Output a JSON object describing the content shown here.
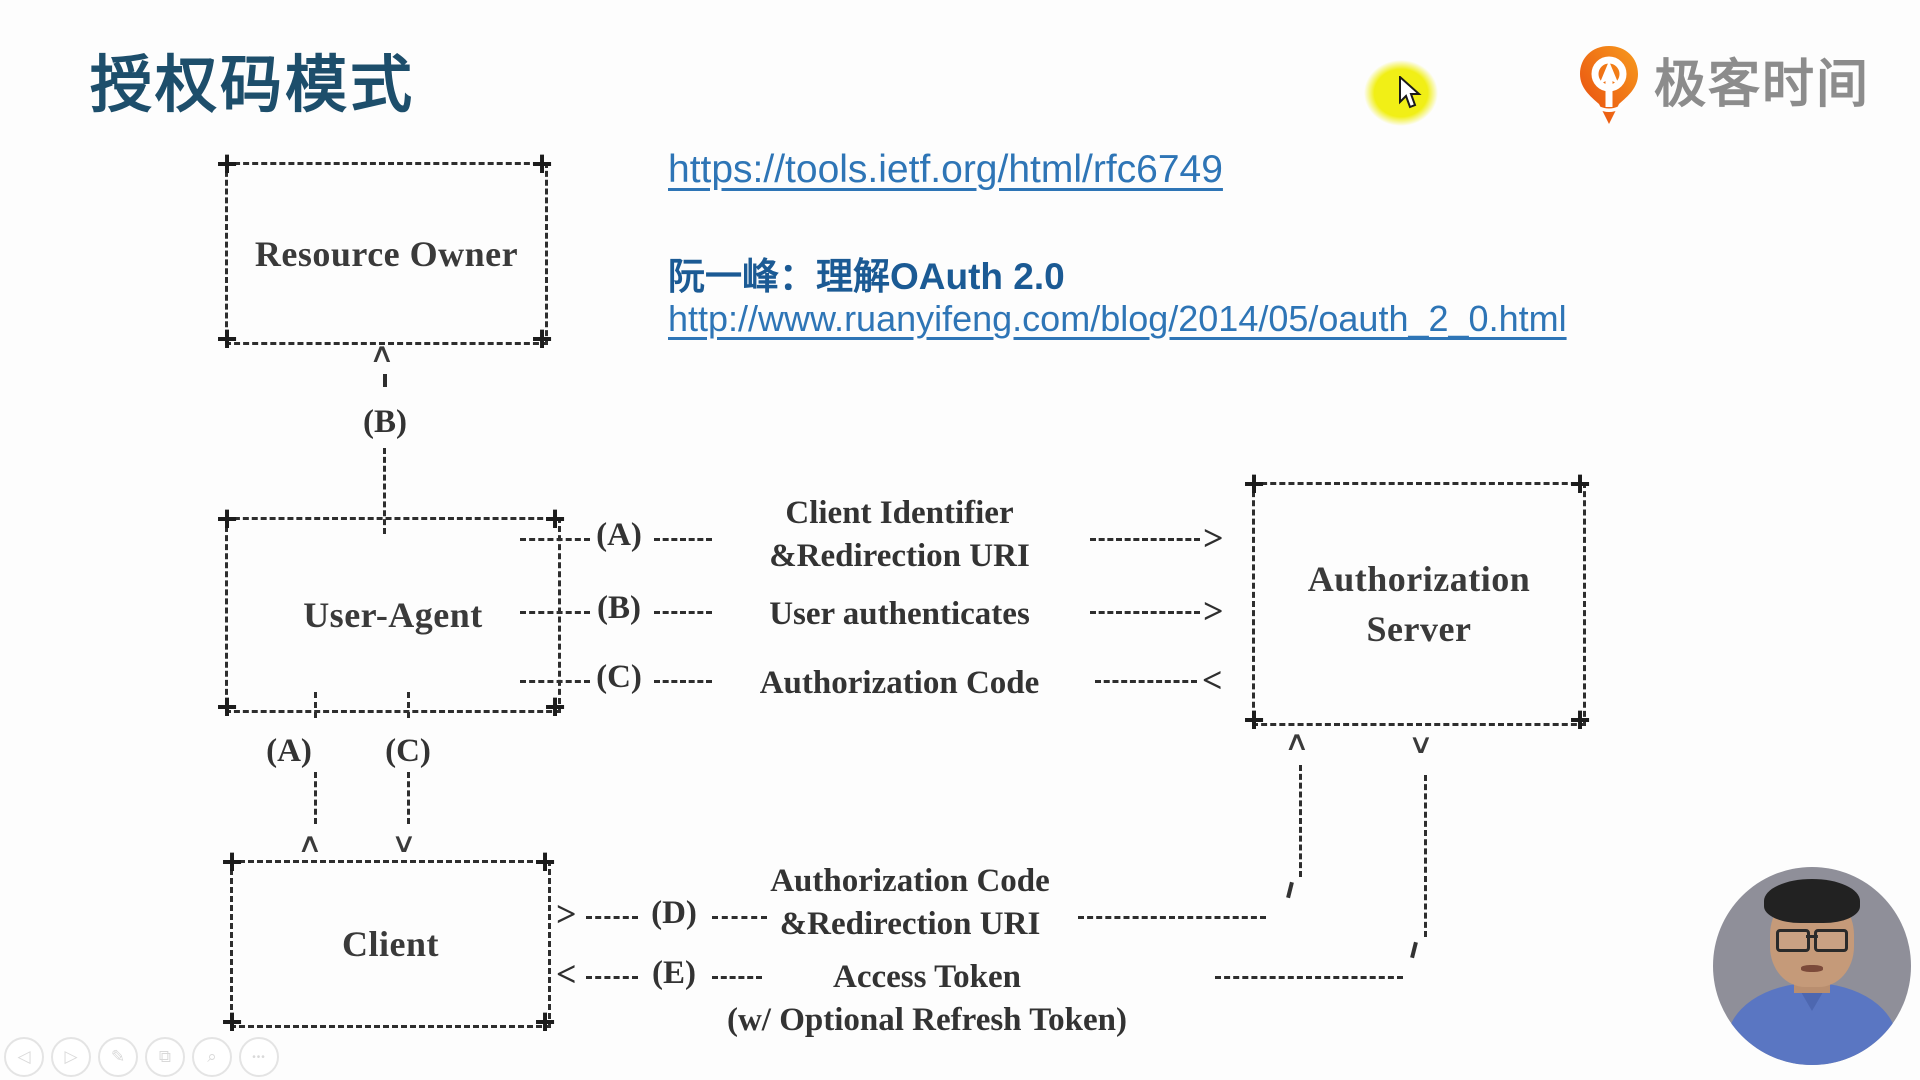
{
  "page": {
    "title": "授权码模式"
  },
  "brand": {
    "name": "极客时间"
  },
  "content": {
    "rfc_link": "https://tools.ietf.org/html/rfc6749",
    "article_heading": "阮一峰：理解OAuth 2.0",
    "article_link": "http://www.ruanyifeng.com/blog/2014/05/oauth_2_0.html"
  },
  "diagram": {
    "corner_mark": "+",
    "glyphs": {
      "up": "∧",
      "down": "∨",
      "right": ">",
      "left": "<"
    },
    "boxes": {
      "resource_owner": "Resource Owner",
      "user_agent": "User-Agent",
      "auth_server_1": "Authorization",
      "auth_server_2": "Server",
      "client": "Client"
    },
    "labels": {
      "b_conn": "(B)",
      "row_a": "(A)",
      "row_b": "(B)",
      "row_c": "(C)",
      "col_a": "(A)",
      "col_c": "(C)",
      "row_d": "(D)",
      "row_e": "(E)"
    },
    "texts": {
      "a1": "Client Identifier",
      "a2": "&Redirection URI",
      "b1": "User authenticates",
      "c1": "Authorization Code",
      "d1": "Authorization Code",
      "d2": "&Redirection URI",
      "e1": "Access Token",
      "e2": "(w/ Optional Refresh Token)"
    }
  },
  "toolbar": {
    "items": [
      {
        "name": "previous",
        "glyph": "◁"
      },
      {
        "name": "next",
        "glyph": "▷"
      },
      {
        "name": "pen",
        "glyph": "✎"
      },
      {
        "name": "pages",
        "glyph": "⧉"
      },
      {
        "name": "zoom",
        "glyph": "⌕"
      },
      {
        "name": "more",
        "glyph": "•••"
      }
    ]
  },
  "colors": {
    "title": "#1d4e6b",
    "link_blue": "#2e75b6",
    "heading_blue": "#1b5a94",
    "brand_orange": "#ee5a13",
    "highlight_yellow": "#f1ef16",
    "ink": "#2e2e2e"
  }
}
